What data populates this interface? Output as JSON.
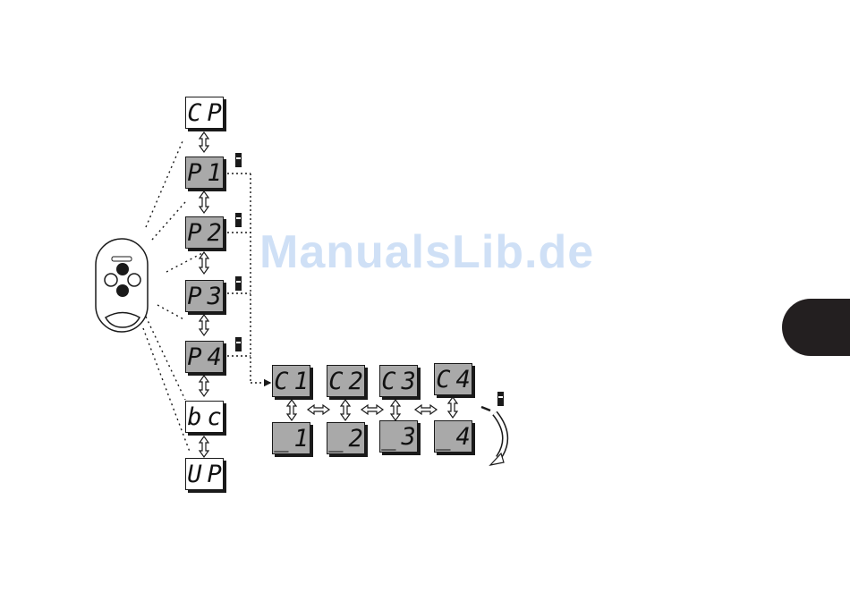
{
  "watermark": "ManualsLib.de",
  "menu": {
    "cp": "CP",
    "p1": "P1",
    "p2": "P2",
    "p3": "P3",
    "p4": "P4",
    "bc": "bc",
    "up": "UP"
  },
  "channels": {
    "c1": "C1",
    "c2": "C2",
    "c3": "C3",
    "c4": "C4",
    "d1": "_1",
    "d2": "_2",
    "d3": "_3",
    "d4": "_4"
  },
  "colors": {
    "lcd_grey": "#a9a9a9",
    "line": "#1a1a1a",
    "watermark": "#cfe0f6",
    "tab": "#231f20"
  }
}
